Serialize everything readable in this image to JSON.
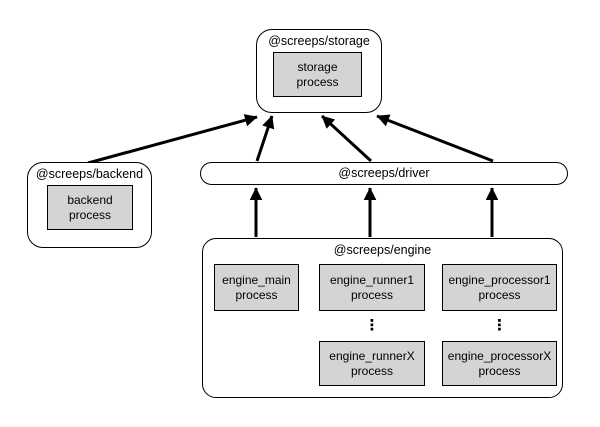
{
  "nodes": {
    "storage": {
      "label": "@screeps/storage",
      "process": "storage\nprocess"
    },
    "backend": {
      "label": "@screeps/backend",
      "process": "backend\nprocess"
    },
    "driver": {
      "label": "@screeps/driver"
    },
    "engine": {
      "label": "@screeps/engine",
      "main": "engine_main\nprocess",
      "runner1": "engine_runner1\nprocess",
      "runnerX": "engine_runnerX\nprocess",
      "processor1": "engine_processor1\nprocess",
      "processorX": "engine_processorX\nprocess",
      "ellipsis": "⋮"
    }
  },
  "edges": [
    {
      "from": "@screeps/backend",
      "to": "@screeps/storage"
    },
    {
      "from": "@screeps/driver",
      "to": "@screeps/storage"
    },
    {
      "from": "@screeps/driver",
      "to": "@screeps/storage"
    },
    {
      "from": "@screeps/driver",
      "to": "@screeps/storage"
    },
    {
      "from": "@screeps/engine",
      "to": "@screeps/driver"
    },
    {
      "from": "@screeps/engine",
      "to": "@screeps/driver"
    },
    {
      "from": "@screeps/engine",
      "to": "@screeps/driver"
    }
  ],
  "colors": {
    "process_fill": "#d4d4d4",
    "node_fill": "#ffffff",
    "border": "#000000",
    "background": "#ffffff"
  }
}
